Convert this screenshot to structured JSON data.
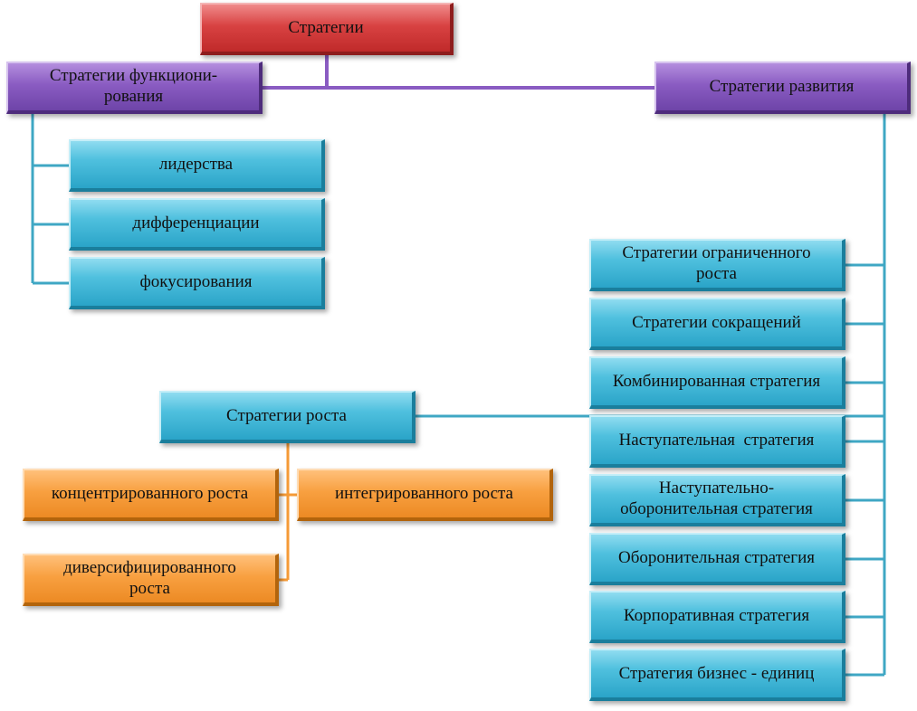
{
  "diagram": {
    "root": "Стратегии",
    "functional": {
      "title": "Стратегии функциони-рования",
      "title_line1": "Стратегии функциони-",
      "title_line2": "рования",
      "items": [
        "лидерства",
        "дифференциации",
        "фокусирования"
      ]
    },
    "development": {
      "title": "Стратегии развития",
      "items": [
        "Стратегии ограниченного роста",
        "Стратегии сокращений",
        "Комбинированная стратегия",
        "Наступательная  стратегия",
        "Наступательно-оборонительная стратегия",
        "Оборонительная стратегия",
        "Корпоративная стратегия",
        "Стратегия бизнес - единиц"
      ],
      "items_lines": [
        [
          "Стратегии ограниченного",
          "роста"
        ],
        [
          "Стратегии сокращений"
        ],
        [
          "Комбинированная стратегия"
        ],
        [
          "Наступательная  стратегия"
        ],
        [
          "Наступательно-",
          "оборонительная стратегия"
        ],
        [
          "Оборонительная стратегия"
        ],
        [
          "Корпоративная стратегия"
        ],
        [
          "Стратегия бизнес - единиц"
        ]
      ]
    },
    "growth": {
      "title": "Стратегии роста",
      "items": [
        "концентрированного роста",
        "интегрированного роста",
        "диверсифицированного роста"
      ],
      "diversified_line1": "диверсифицированного",
      "diversified_line2": "роста"
    },
    "colors": {
      "root": "#d23a3a",
      "level1": "#8a5cc2",
      "level2": "#3fb4d8",
      "growth_items": "#f59a36",
      "connector_purple": "#8a5cc2",
      "connector_blue": "#3fa7c4",
      "connector_orange": "#f59a36"
    }
  }
}
